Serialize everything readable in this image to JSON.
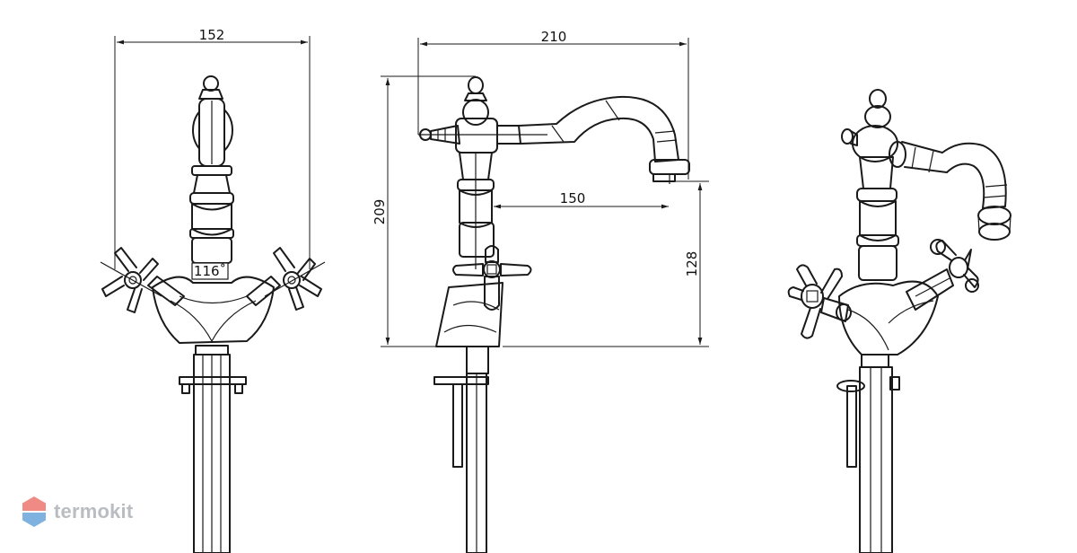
{
  "dimensions": {
    "front_width": "152",
    "side_width": "210",
    "spout_reach": "150",
    "total_height": "209",
    "spout_height": "128",
    "handle_angle": "116˚"
  },
  "logo": {
    "text": "termokit",
    "colors": {
      "top": "#f08a84",
      "bottom": "#7fb2de",
      "text": "#b9bdc2"
    }
  },
  "colors": {
    "line": "#1a1a1a",
    "background": "#ffffff"
  }
}
